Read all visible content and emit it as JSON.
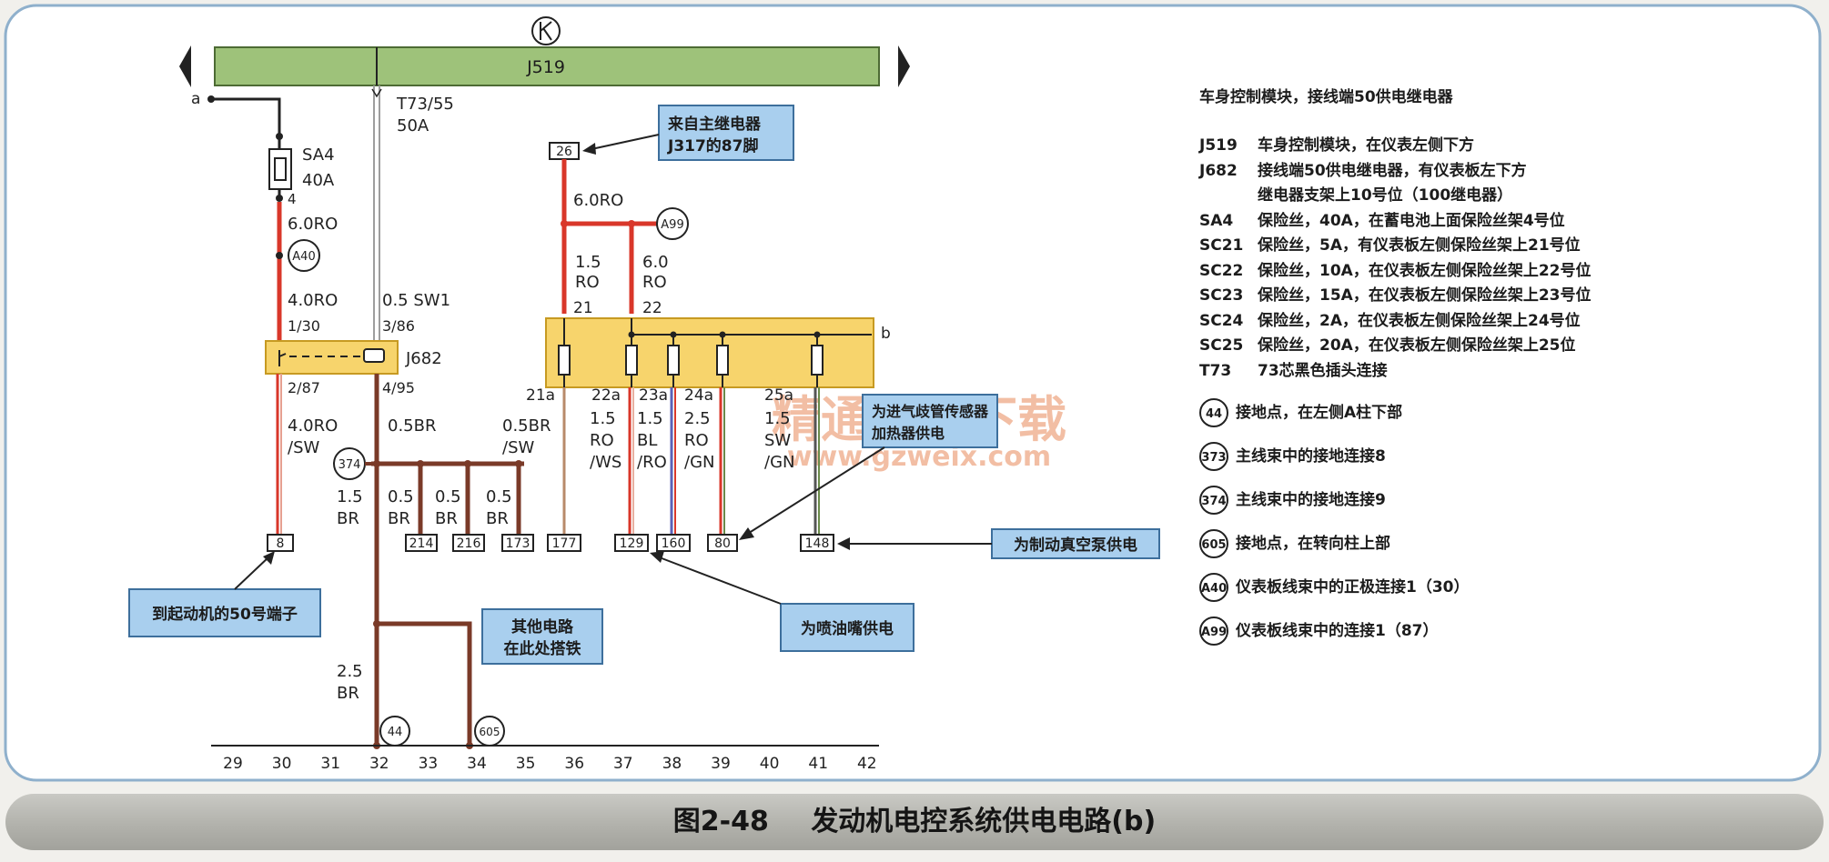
{
  "module": {
    "name": "J519"
  },
  "point_a": "a",
  "point_b": "b",
  "fuse_main": {
    "name": "SA4",
    "rating": "40A",
    "pin": "4"
  },
  "connector_t73": {
    "pin": "T73/55",
    "current": "50A"
  },
  "relay": {
    "name": "J682",
    "pin_1_30": "1/30",
    "pin_3_86": "3/86",
    "pin_2_87": "2/87",
    "pin_4_95": "4/95"
  },
  "wires": {
    "w60ro_left": "6.0RO",
    "w40ro_top": "4.0RO",
    "w05sw1": "0.5 SW1",
    "w40ro_sw_1": "4.0RO",
    "w40ro_sw_2": "/SW",
    "w05br": "0.5BR",
    "w05br_sw_1": "0.5BR",
    "w05br_sw_2": "/SW",
    "w15br_1": "1.5",
    "w15br_2": "BR",
    "w25br_1": "2.5",
    "w25br_2": "BR",
    "br05_a_1": "0.5",
    "br05_a_2": "BR",
    "br05_b_1": "0.5",
    "br05_b_2": "BR",
    "br05_c_1": "0.5",
    "br05_c_2": "BR",
    "w60ro_top": "6.0RO",
    "w15ro_1": "1.5",
    "w15ro_2": "RO",
    "w60ro_right_1": "6.0",
    "w60ro_right_2": "RO",
    "w22a_1": "1.5",
    "w22a_2": "RO",
    "w22a_3": "/WS",
    "w23a_1": "1.5",
    "w23a_2": "BL",
    "w23a_3": "/RO",
    "w24a_1": "2.5",
    "w24a_2": "RO",
    "w24a_3": "/GN",
    "w25a_1": "1.5",
    "w25a_2": "SW",
    "w25a_3": "/GN"
  },
  "fuse_box_pins": {
    "p21": "21",
    "p22": "22",
    "p21a": "21a",
    "p22a": "22a",
    "p23a": "23a",
    "p24a": "24a",
    "p25a": "25a"
  },
  "terminals": {
    "t26": "26",
    "t8": "8",
    "t214": "214",
    "t216": "216",
    "t173": "173",
    "t177": "177",
    "t129": "129",
    "t160": "160",
    "t80": "80",
    "t148": "148"
  },
  "circles": {
    "a40": "A40",
    "a99": "A99",
    "c374": "374",
    "c44": "44",
    "c605": "605"
  },
  "callouts": {
    "main_relay_1": "来自主继电器",
    "main_relay_2": "J317的87脚",
    "starter": "到起动机的50号端子",
    "other_ground_1": "其他电路",
    "other_ground_2": "在此处搭铁",
    "injector": "为喷油嘴供电",
    "vacuum_pump": "为制动真空泵供电",
    "sensor_heater_1": "为进气歧管传感器",
    "sensor_heater_2": "加热器供电"
  },
  "ruler": [
    "29",
    "30",
    "31",
    "32",
    "33",
    "34",
    "35",
    "36",
    "37",
    "38",
    "39",
    "40",
    "41",
    "42"
  ],
  "watermark": {
    "cn": "精通维修下载",
    "url": "www.gzweix.com"
  },
  "legend": {
    "header": "车身控制模块，接线端50供电继电器",
    "items": [
      {
        "code": "J519",
        "desc": "车身控制模块，在仪表左侧下方"
      },
      {
        "code": "J682",
        "desc": "接线端50供电继电器，有仪表板左下方"
      },
      {
        "code": "",
        "desc": "继电器支架上10号位（100继电器）"
      },
      {
        "code": "SA4",
        "desc": "保险丝，40A，在蓄电池上面保险丝架4号位"
      },
      {
        "code": "SC21",
        "desc": "保险丝，5A，有仪表板左侧保险丝架上21号位"
      },
      {
        "code": "SC22",
        "desc": "保险丝，10A，在仪表板左侧保险丝架上22号位"
      },
      {
        "code": "SC23",
        "desc": "保险丝，15A，在仪表板左侧保险丝架上23号位"
      },
      {
        "code": "SC24",
        "desc": "保险丝，2A，在仪表板左侧保险丝架上24号位"
      },
      {
        "code": "SC25",
        "desc": "保险丝，20A，在仪表板左侧保险丝架上25位"
      },
      {
        "code": "T73",
        "desc": "73芯黑色插头连接"
      }
    ],
    "grounds": [
      {
        "code": "44",
        "desc": "接地点，在左侧A柱下部"
      },
      {
        "code": "373",
        "desc": "主线束中的接地连接8"
      },
      {
        "code": "374",
        "desc": "主线束中的接地连接9"
      },
      {
        "code": "605",
        "desc": "接地点，在转向柱上部"
      },
      {
        "code": "A40",
        "desc": "仪表板线束中的正极连接1（30）"
      },
      {
        "code": "A99",
        "desc": "仪表板线束中的连接1（87）"
      }
    ]
  },
  "caption": {
    "fig": "图2-48",
    "title": "发动机电控系统供电电路(b)"
  },
  "colors": {
    "red_wire": "#d9372a",
    "brown_wire": "#7a3a28",
    "module_green": "#9ec27a",
    "fuse_box_yellow": "#f7d46c",
    "callout_blue": "#a9cfee"
  }
}
